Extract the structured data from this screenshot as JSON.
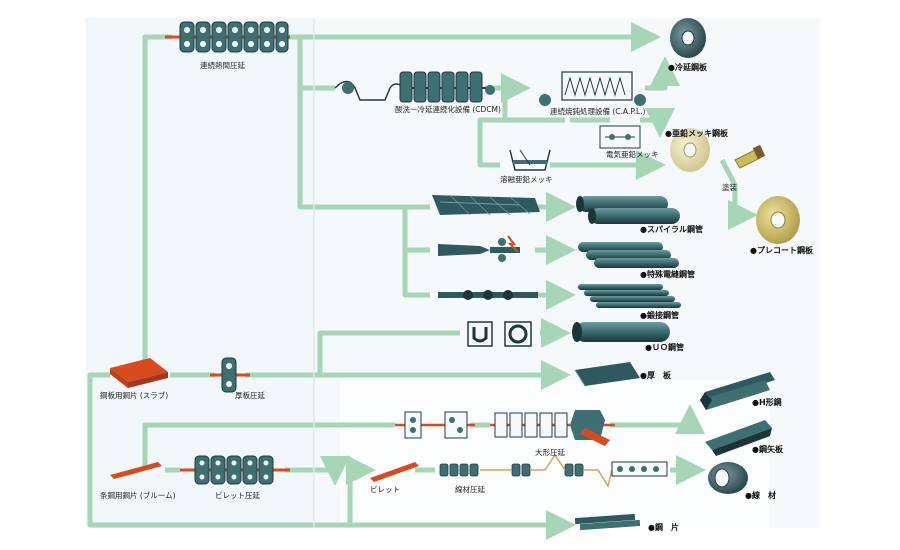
{
  "colors": {
    "page_left": "#f2f7fb",
    "page_right": "#f6f9fc",
    "line": "#a6d6b5",
    "steel": "#3d6f73",
    "steel_dark": "#233f44",
    "red": "#d84b1e",
    "coil_gold": "#cdbb5a",
    "coil_cream": "#e8e2b0"
  },
  "processes": {
    "continuous_hot_rolling": "連続熱間圧延",
    "cdcm": "酸洗ー冷延連続化設備 (CDCM)",
    "capl": "連続焼鈍処理設備 (C.A.P.L.)",
    "electro_galv": "電気亜鉛メッキ",
    "hot_dip_galv": "溶融亜鉛メッキ",
    "coating": "塗装",
    "slab": "鋼板用鋼片 (スラブ)",
    "plate_rolling": "厚板圧延",
    "bloom": "条鋼用鋼片 (ブルーム)",
    "billet_rolling": "ビレット圧延",
    "billet": "ビレット",
    "wire_rolling": "線材圧延",
    "large_section_rolling": "大形圧延"
  },
  "products": {
    "cold_rolled": "●冷延鋼板",
    "galvanized": "●亜鉛メッキ鋼板",
    "precoat": "●プレコート鋼板",
    "spiral_pipe": "●スパイラル鋼管",
    "erw_pipe": "●特殊電縫鋼管",
    "forged_pipe": "●鍛接鋼管",
    "uo_pipe": "●ＵＯ鋼管",
    "thick_plate": "●厚　板",
    "h_beam": "●H形鋼",
    "sheet_pile": "●鋼矢板",
    "wire_rod": "●線　材",
    "billet_product": "●鋼　片"
  }
}
